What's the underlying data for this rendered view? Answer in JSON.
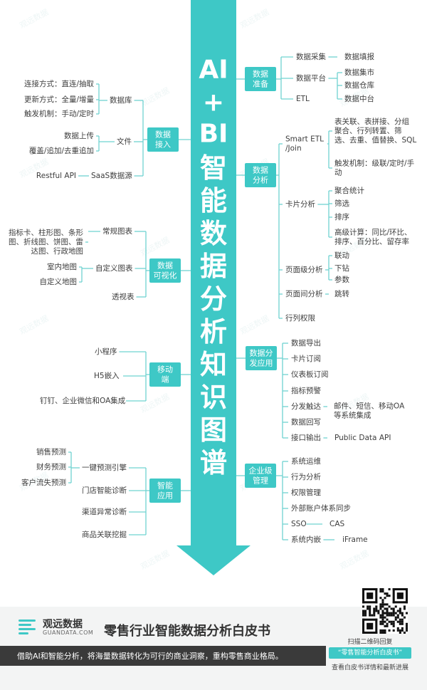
{
  "colors": {
    "accent": "#3ec8c6",
    "line": "#6fd3d1",
    "text": "#3d3d3d",
    "footer_bg": "#f3f4f4",
    "bar_bg": "#3a3a3a"
  },
  "central_title": [
    "AI",
    "+",
    "BI",
    "智",
    "能",
    "数",
    "据",
    "分",
    "析",
    "知",
    "识",
    "图",
    "谱"
  ],
  "watermark": "观远数据",
  "left_branches": [
    {
      "label": [
        "数据",
        "接入"
      ],
      "children": [
        {
          "label": [
            "数据库"
          ],
          "children": [
            "连接方式：直连/抽取",
            "更新方式：全量/增量",
            "触发机制：手动/定时"
          ]
        },
        {
          "label": [
            "文件"
          ],
          "children": [
            "数据上传",
            "覆盖/追加/去重追加"
          ]
        },
        {
          "label": [
            "SaaS数据源"
          ],
          "children": [
            "Restful API"
          ]
        }
      ]
    },
    {
      "label": [
        "数据",
        "可视化"
      ],
      "children": [
        {
          "label": [
            "常规图表"
          ],
          "children": [
            [
              "指标卡、柱形图、条形",
              "图、折线图、饼图、雷",
              "达图、行政地图"
            ]
          ]
        },
        {
          "label": [
            "自定义图表"
          ],
          "children": [
            "室内地图",
            "自定义地图"
          ]
        },
        {
          "label": [
            "透视表"
          ],
          "children": []
        }
      ]
    },
    {
      "label": [
        "移动",
        "端"
      ],
      "children": [
        {
          "label": [
            "小程序"
          ],
          "children": []
        },
        {
          "label": [
            "H5嵌入"
          ],
          "children": []
        },
        {
          "label": [
            "钉钉、企业微信和OA集成"
          ],
          "children": []
        }
      ]
    },
    {
      "label": [
        "智能",
        "应用"
      ],
      "children": [
        {
          "label": [
            "一键预测引擎"
          ],
          "children": [
            "销售预测",
            "财务预测",
            "客户流失预测"
          ]
        },
        {
          "label": [
            "门店智能诊断"
          ],
          "children": []
        },
        {
          "label": [
            "渠道异常诊断"
          ],
          "children": []
        },
        {
          "label": [
            "商品关联挖掘"
          ],
          "children": []
        }
      ]
    }
  ],
  "right_branches": [
    {
      "label": [
        "数据",
        "准备"
      ],
      "children": [
        {
          "label": [
            "数据采集"
          ],
          "children": [
            "数据填报"
          ]
        },
        {
          "label": [
            "数据平台"
          ],
          "children": [
            "数据集市",
            "数据仓库",
            "数据中台"
          ]
        },
        {
          "label": [
            "ETL"
          ],
          "children": []
        }
      ]
    },
    {
      "label": [
        "数据",
        "分析"
      ],
      "children": [
        {
          "label": [
            "Smart ETL",
            "/Join"
          ],
          "children": [
            [
              "表关联、表拼接、分组",
              "聚合、行列转置、筛",
              "选、去重、值替换、SQL"
            ],
            [
              "触发机制：级联/定时/手",
              "动"
            ]
          ]
        },
        {
          "label": [
            "卡片分析"
          ],
          "children": [
            "聚合统计",
            "筛选",
            "排序",
            [
              "高级计算：同比/环比、",
              "排序、百分比、留存率"
            ]
          ]
        },
        {
          "label": [
            "页面级分析"
          ],
          "children": [
            "联动",
            "下钻",
            "参数"
          ]
        },
        {
          "label": [
            "页面间分析"
          ],
          "children": [
            "跳转"
          ]
        },
        {
          "label": [
            "行列权限"
          ],
          "children": []
        }
      ]
    },
    {
      "label": [
        "数据分",
        "发应用"
      ],
      "children": [
        {
          "label": [
            "数据导出"
          ],
          "children": []
        },
        {
          "label": [
            "卡片订阅"
          ],
          "children": []
        },
        {
          "label": [
            "仪表板订阅"
          ],
          "children": []
        },
        {
          "label": [
            "指标预警"
          ],
          "children": []
        },
        {
          "label": [
            "分发触达"
          ],
          "children": [
            [
              "邮件、短信、移动OA",
              "等系统集成"
            ]
          ]
        },
        {
          "label": [
            "数据回写"
          ],
          "children": []
        },
        {
          "label": [
            "接口输出"
          ],
          "children": [
            "Public Data API"
          ]
        }
      ]
    },
    {
      "label": [
        "企业级",
        "管理"
      ],
      "children": [
        {
          "label": [
            "系统运维"
          ],
          "children": []
        },
        {
          "label": [
            "行为分析"
          ],
          "children": []
        },
        {
          "label": [
            "权限管理"
          ],
          "children": []
        },
        {
          "label": [
            "外部账户体系同步"
          ],
          "children": []
        },
        {
          "label": [
            "SSO"
          ],
          "children": [
            "CAS"
          ]
        },
        {
          "label": [
            "系统内嵌"
          ],
          "children": [
            "iFrame"
          ]
        }
      ]
    }
  ],
  "footer": {
    "logo_name": "观远数据",
    "logo_domain": "GUANDATA.COM",
    "book_title": "零售行业智能数据分析白皮书",
    "tagline": "借助AI和智能分析，将海量数据转化为可行的商业洞察，重构零售商业格局。",
    "qr_hint": "扫描二维码回复",
    "qr_keyword": "“零售智能分析白皮书”",
    "qr_detail": "查看白皮书详情和最新进展"
  }
}
